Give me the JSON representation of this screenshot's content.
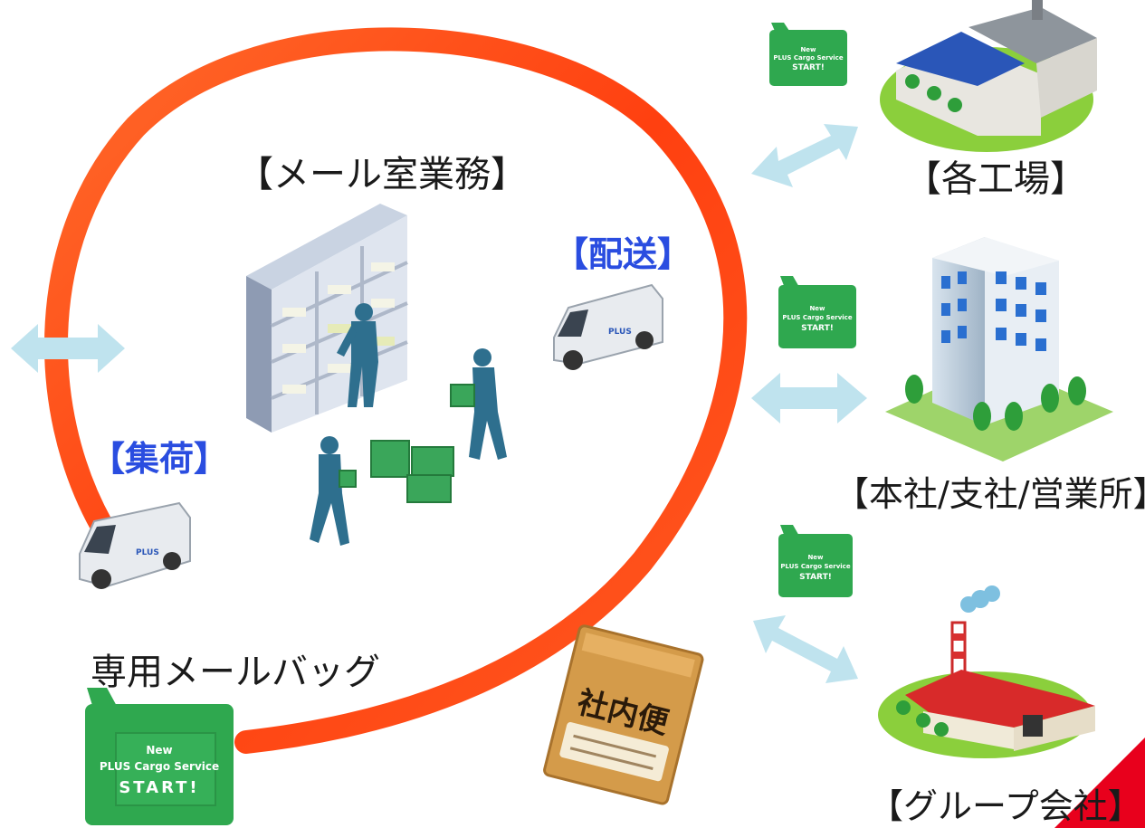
{
  "labels": {
    "mailroom": "【メール室業務】",
    "delivery": "【配送】",
    "pickup": "【集荷】",
    "factories": "【各工場】",
    "offices": "【本社/支社/営業所】",
    "group": "【グループ会社】",
    "mailbag": "専用メールバッグ"
  },
  "bag_text": {
    "line1": "New",
    "line2": "PLUS Cargo Service",
    "line3": "START!"
  },
  "envelope_text": "社内便",
  "van_text": "PLUS",
  "colors": {
    "orbit": "#ff4a14",
    "label_blue": "#2a4de0",
    "arrow": "#bfe3ee",
    "bag_green": "#2fa84f",
    "corner": "#e8001c"
  }
}
